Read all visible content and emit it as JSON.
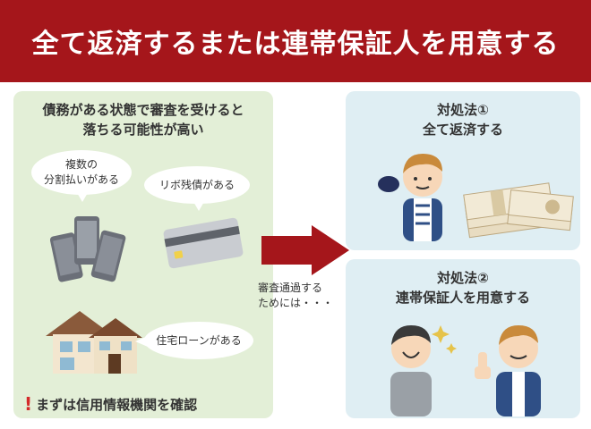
{
  "header": {
    "title": "全て返済するまたは連帯保証人を用意する"
  },
  "left": {
    "title_line1": "債務がある状態で審査を受けると",
    "title_line2": "落ちる可能性が高い",
    "bubble_installments_line1": "複数の",
    "bubble_installments_line2": "分割払いがある",
    "bubble_revolving": "リボ残債がある",
    "bubble_mortgage": "住宅ローンがある",
    "note": "まずは信用情報機関を確認"
  },
  "arrow": {
    "line1": "審査通過する",
    "line2": "ためには・・・"
  },
  "right": {
    "option1_line1": "対処法①",
    "option1_line2": "全て返済する",
    "option2_line1": "対処法②",
    "option2_line2": "連帯保証人を用意する"
  },
  "colors": {
    "header": "#a5161b",
    "left_panel": "#e3efd7",
    "right_panel": "#dfeef3",
    "arrow": "#a5161b"
  },
  "icons": [
    "smartphones-icon",
    "credit-card-icon",
    "house-icon",
    "exclamation-icon",
    "wallet-man-icon",
    "cash-bundle-icon",
    "guarantor-men-icon"
  ]
}
